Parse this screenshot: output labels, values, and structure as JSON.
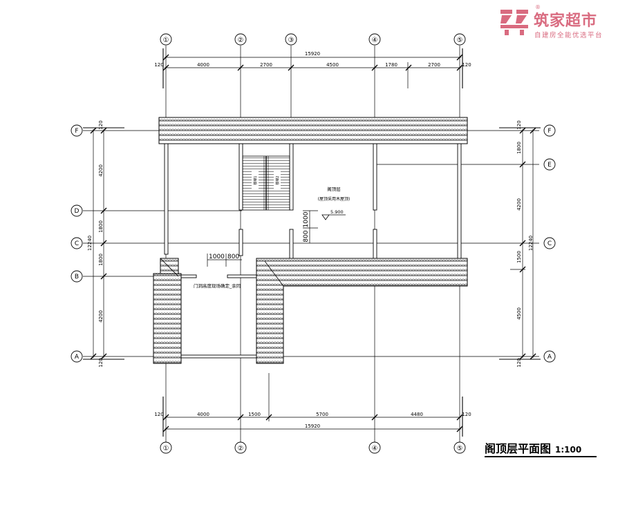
{
  "brand": {
    "name": "筑家超市",
    "slogan": "自建房全能优选平台",
    "registered_mark": "®",
    "color": "#d96b80"
  },
  "drawing": {
    "title": "阁顶层平面图",
    "scale": "1:100",
    "room_label": "阁顶层",
    "room_note": "(屋顶采用木屋顶)",
    "elevation": "5.900",
    "door_note": "门洞高度现场确定_余同",
    "stair_label_1": "楼梯1",
    "stair_label_2": "楼梯2",
    "col_axes": [
      {
        "id": "c1",
        "label": "①"
      },
      {
        "id": "c2",
        "label": "②"
      },
      {
        "id": "c3",
        "label": "③"
      },
      {
        "id": "c4",
        "label": "④"
      },
      {
        "id": "c5",
        "label": "⑤"
      }
    ],
    "row_axes": [
      {
        "id": "rF",
        "label": "F"
      },
      {
        "id": "rE",
        "label": "E"
      },
      {
        "id": "rD",
        "label": "D"
      },
      {
        "id": "rC",
        "label": "C"
      },
      {
        "id": "rB",
        "label": "B"
      },
      {
        "id": "rA",
        "label": "A"
      }
    ],
    "dims_top_total": "15920",
    "dims_top": [
      "120",
      "4000",
      "2700",
      "4500",
      "1780",
      "2700",
      "120"
    ],
    "dims_bottom_total": "15920",
    "dims_bottom": [
      "120",
      "4000",
      "1500",
      "5700",
      "4480",
      "120"
    ],
    "dims_left_total": "12240",
    "dims_left": [
      "120",
      "4200",
      "1800",
      "1800",
      "4200",
      "120"
    ],
    "dims_right_total": "12240",
    "dims_right": [
      "120",
      "1800",
      "4200",
      "1500",
      "4500",
      "120"
    ],
    "dims_interior": [
      "1000",
      "800",
      "1000",
      "800"
    ]
  }
}
